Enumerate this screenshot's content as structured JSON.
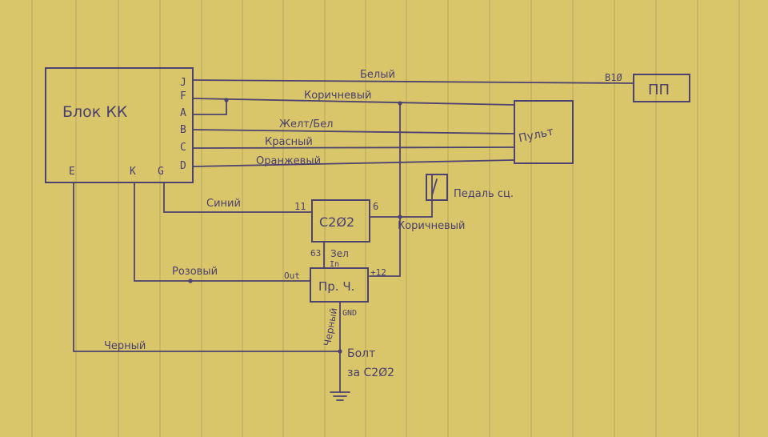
{
  "blocks": {
    "cc_unit": "Блок КК",
    "pp": "ПП",
    "remote": "Пульт",
    "c202": "С2Ø2",
    "converter": "Пр. Ч."
  },
  "pins": {
    "J": "J",
    "F": "F",
    "A": "A",
    "B": "B",
    "C": "C",
    "D": "D",
    "E": "E",
    "K": "K",
    "G": "G"
  },
  "wires": {
    "white": "Белый",
    "brown_top": "Коричневый",
    "yellow_white": "Желт/Бел",
    "red": "Красный",
    "orange": "Оранжевый",
    "blue": "Синий",
    "brown_side": "Коричневый",
    "pink": "Розовый",
    "black_main": "Черный",
    "black_vertical": "Черный",
    "green": "Зел"
  },
  "terminals": {
    "b10": "B1Ø",
    "c202_pin11": "11",
    "c202_pin6": "6",
    "c202_pin63": "63",
    "conv_in": "In",
    "conv_out": "Out",
    "conv_plus12": "+12",
    "conv_gnd": "GND"
  },
  "labels": {
    "pedal": "Педаль сц.",
    "bolt_line1": "Болт",
    "bolt_line2": "за С2Ø2"
  }
}
